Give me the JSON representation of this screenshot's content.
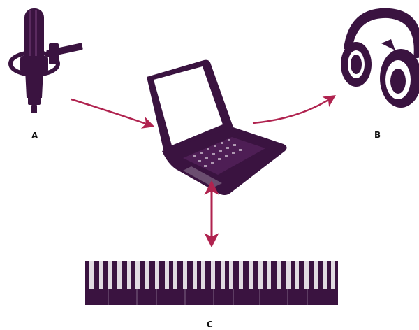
{
  "labels": {
    "a": "A",
    "b": "B",
    "c": "C"
  },
  "colors": {
    "device": "#3a1340",
    "arrow": "#b0234f",
    "background": "#ffffff"
  },
  "icons": {
    "microphone": "microphone-icon",
    "laptop": "laptop-icon",
    "headphones": "headphones-icon",
    "keyboard": "midi-keyboard-icon"
  }
}
